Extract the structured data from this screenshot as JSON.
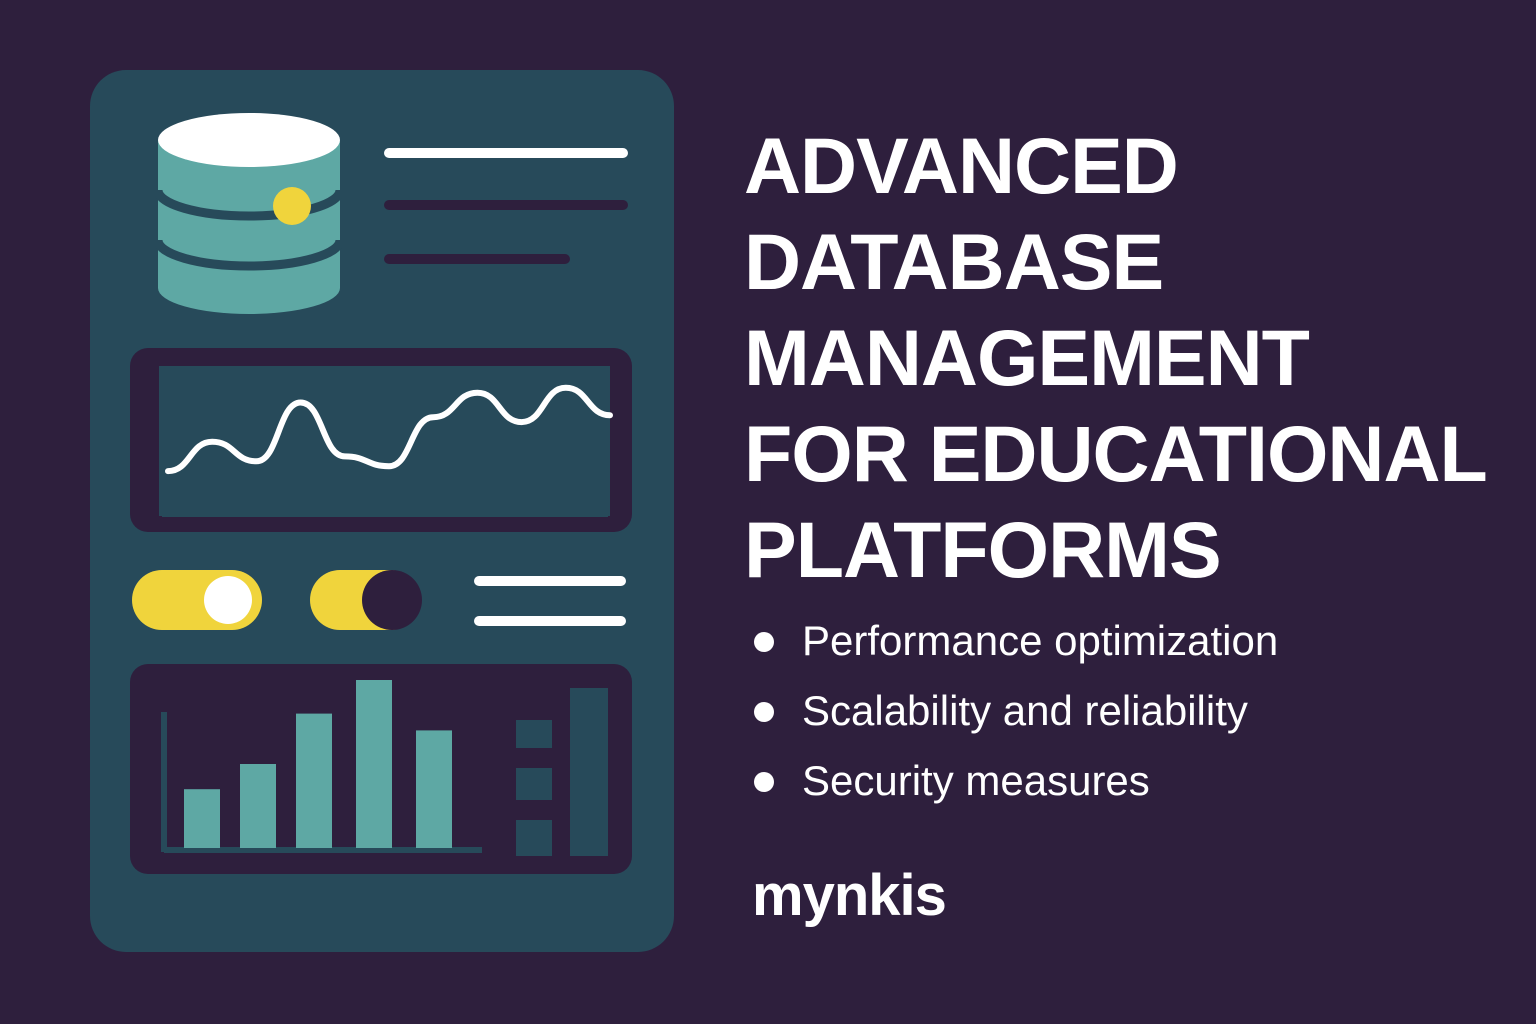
{
  "colors": {
    "background": "#2e1f3d",
    "card": "#274a5a",
    "accent_teal": "#5ea8a4",
    "accent_yellow": "#f0d43c",
    "text": "#ffffff"
  },
  "illustration": {
    "database_icon": "database-cylinder-icon",
    "line_chart": {
      "type": "line",
      "values": [
        0.05,
        0.35,
        0.15,
        0.75,
        0.2,
        0.1,
        0.6,
        0.85,
        0.55,
        0.9,
        0.62
      ]
    },
    "toggles": [
      {
        "state": "on"
      },
      {
        "state": "off"
      }
    ],
    "bar_chart": {
      "type": "bar",
      "values": [
        0.35,
        0.5,
        0.8,
        1.0,
        0.7
      ]
    }
  },
  "headline": {
    "lines": [
      "ADVANCED",
      "DATABASE",
      "MANAGEMENT",
      "FOR EDUCATIONAL",
      "PLATFORMS"
    ]
  },
  "features": [
    "Performance optimization",
    "Scalability and reliability",
    "Security measures"
  ],
  "brand": "mynkis"
}
